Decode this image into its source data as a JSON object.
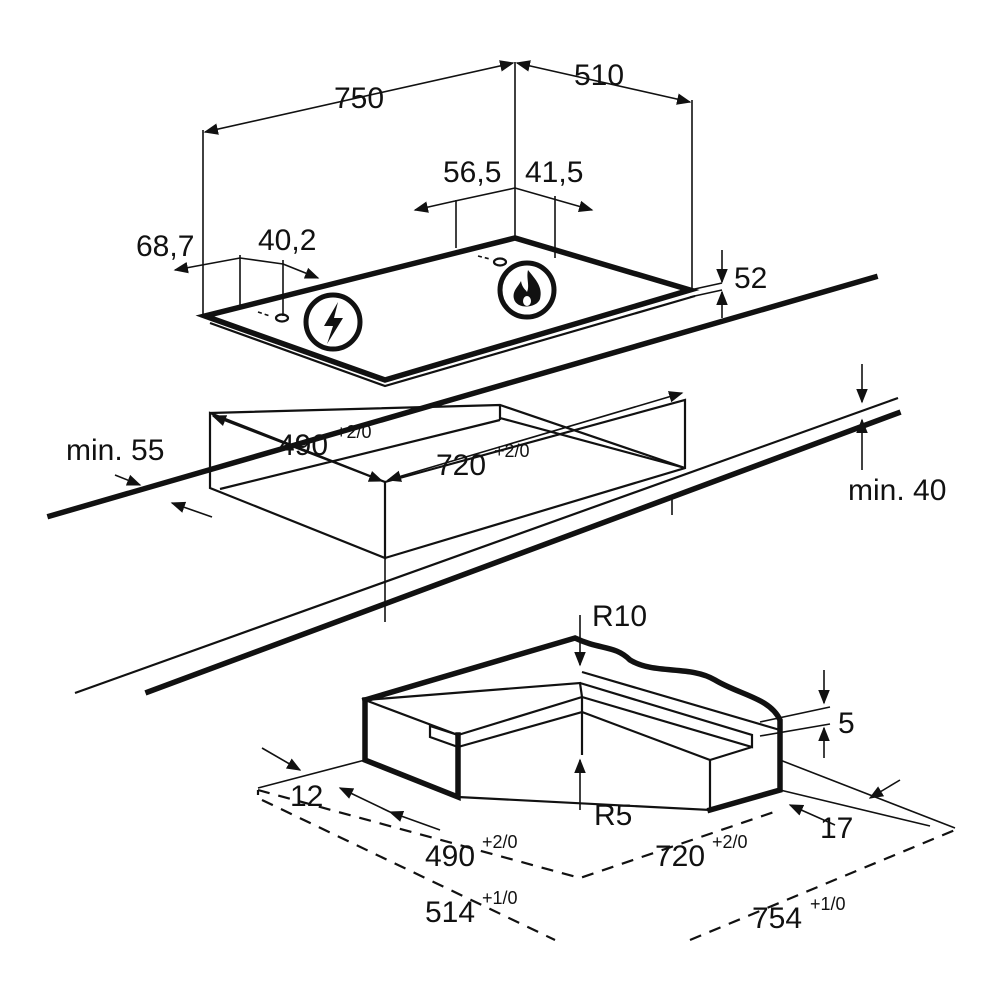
{
  "dimensions": {
    "width_750": "750",
    "depth_510": "510",
    "gas_left": "56,5",
    "gas_right": "41,5",
    "elec_left": "68,7",
    "elec_right": "40,2",
    "height_52": "52",
    "min_front": "min. 55",
    "cut_depth": "490",
    "cut_depth_tol": "+2/0",
    "cut_width": "720",
    "cut_width_tol": "+2/0",
    "min_thickness": "min. 40",
    "radius_outer": "R10",
    "radius_inner": "R5",
    "gap_5": "5",
    "gap_12": "12",
    "gap_17": "17",
    "seal_depth": "490",
    "seal_depth_tol": "+2/0",
    "seal_width": "720",
    "seal_width_tol": "+2/0",
    "outer_depth": "514",
    "outer_depth_tol": "+1/0",
    "outer_width": "754",
    "outer_width_tol": "+1/0"
  },
  "icons": {
    "electric": "lightning-bolt-icon",
    "gas": "flame-icon"
  }
}
